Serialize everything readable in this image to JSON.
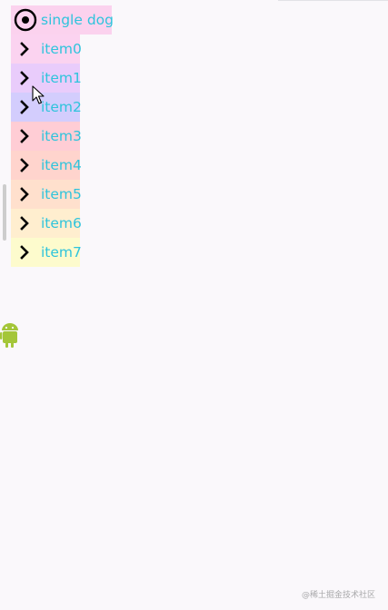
{
  "header": {
    "label": "single dog",
    "icon": "radio-selected-icon"
  },
  "items": [
    {
      "label": "item0",
      "icon": "chevron-right-icon",
      "bg": "#fbd3f0"
    },
    {
      "label": "item1",
      "icon": "chevron-right-icon",
      "bg": "#e9ccfb"
    },
    {
      "label": "item2",
      "icon": "chevron-right-icon",
      "bg": "#d3cdfd"
    },
    {
      "label": "item3",
      "icon": "chevron-right-icon",
      "bg": "#ffcdd5"
    },
    {
      "label": "item4",
      "icon": "chevron-right-icon",
      "bg": "#ffd4cd"
    },
    {
      "label": "item5",
      "icon": "chevron-right-icon",
      "bg": "#ffe0cd"
    },
    {
      "label": "item6",
      "icon": "chevron-right-icon",
      "bg": "#ffeecf"
    },
    {
      "label": "item7",
      "icon": "chevron-right-icon",
      "bg": "#fdfbcd"
    }
  ],
  "colors": {
    "label": "#2fc4dc",
    "header_bg": "#fbd2ee",
    "page_bg": "#faf8fb",
    "android_icon": "#a4c639"
  },
  "watermark": "@稀土掘金技术社区"
}
